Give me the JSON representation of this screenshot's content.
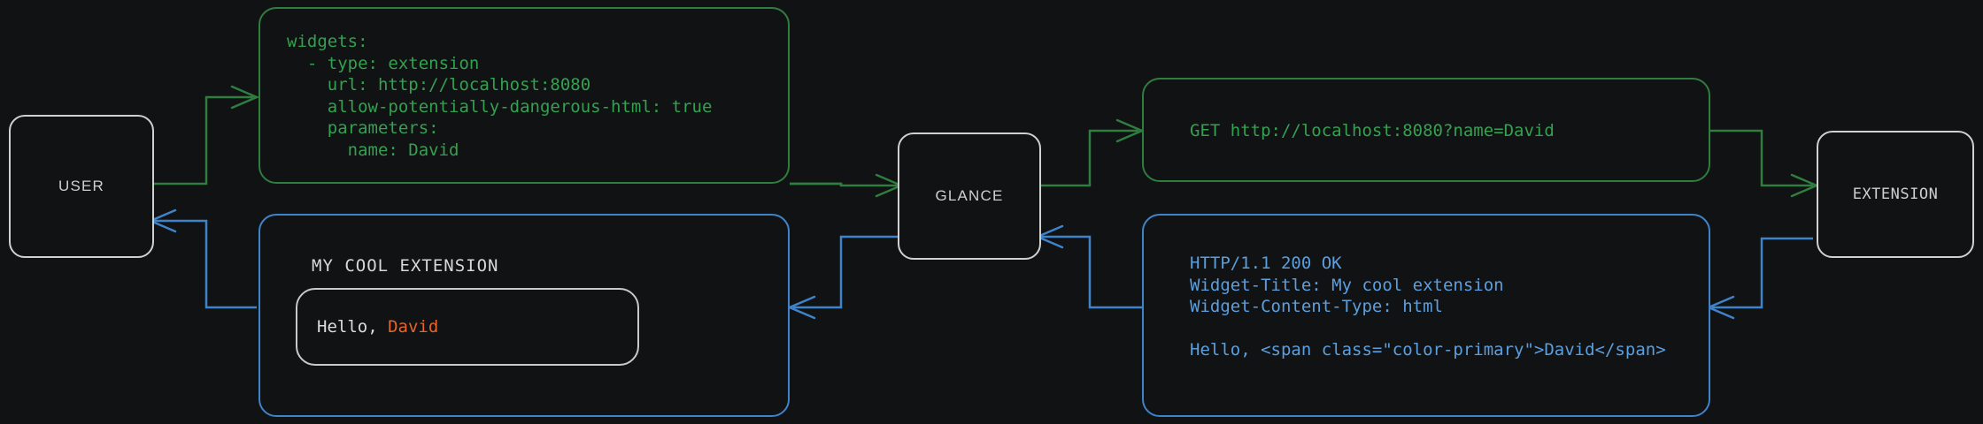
{
  "theme": {
    "background": "#111214",
    "node_border": "#d0d0d0",
    "node_text": "#cfcfcf",
    "request_green": "#2f7d3f",
    "request_green_text": "#33a14f",
    "response_blue": "#3f83c9",
    "response_blue_text": "#5a9fe0",
    "accent_orange": "#e8622a",
    "inner_card_border": "#c9c9c9"
  },
  "nodes": {
    "user": "USER",
    "glance": "GLANCE",
    "extension": "EXTENSION"
  },
  "messages": {
    "config": {
      "name": "yaml-config",
      "color": "green",
      "text": "widgets:\n  - type: extension\n    url: http://localhost:8080\n    allow-potentially-dangerous-html: true\n    parameters:\n      name: David"
    },
    "request": {
      "name": "http-request",
      "color": "green",
      "text": "GET http://localhost:8080?name=David"
    },
    "response": {
      "name": "http-response",
      "color": "blue",
      "text": "HTTP/1.1 200 OK\nWidget-Title: My cool extension\nWidget-Content-Type: html\n\nHello, <span class=\"color-primary\">David</span>"
    },
    "rendered": {
      "name": "rendered-widget",
      "color": "blue",
      "widget_title": "MY COOL EXTENSION",
      "body_prefix": "Hello, ",
      "body_accent": "David"
    }
  },
  "arrows": [
    {
      "name": "user-to-config",
      "color": "green",
      "from": "USER",
      "to": "yaml-config"
    },
    {
      "name": "config-to-glance",
      "color": "green",
      "from": "yaml-config",
      "to": "GLANCE"
    },
    {
      "name": "glance-to-request",
      "color": "green",
      "from": "GLANCE",
      "to": "http-request"
    },
    {
      "name": "request-to-extension",
      "color": "green",
      "from": "http-request",
      "to": "EXTENSION"
    },
    {
      "name": "extension-to-response",
      "color": "blue",
      "from": "EXTENSION",
      "to": "http-response"
    },
    {
      "name": "response-to-glance",
      "color": "blue",
      "from": "http-response",
      "to": "GLANCE"
    },
    {
      "name": "glance-to-rendered",
      "color": "blue",
      "from": "GLANCE",
      "to": "rendered-widget"
    },
    {
      "name": "rendered-to-user",
      "color": "blue",
      "from": "rendered-widget",
      "to": "USER"
    }
  ]
}
